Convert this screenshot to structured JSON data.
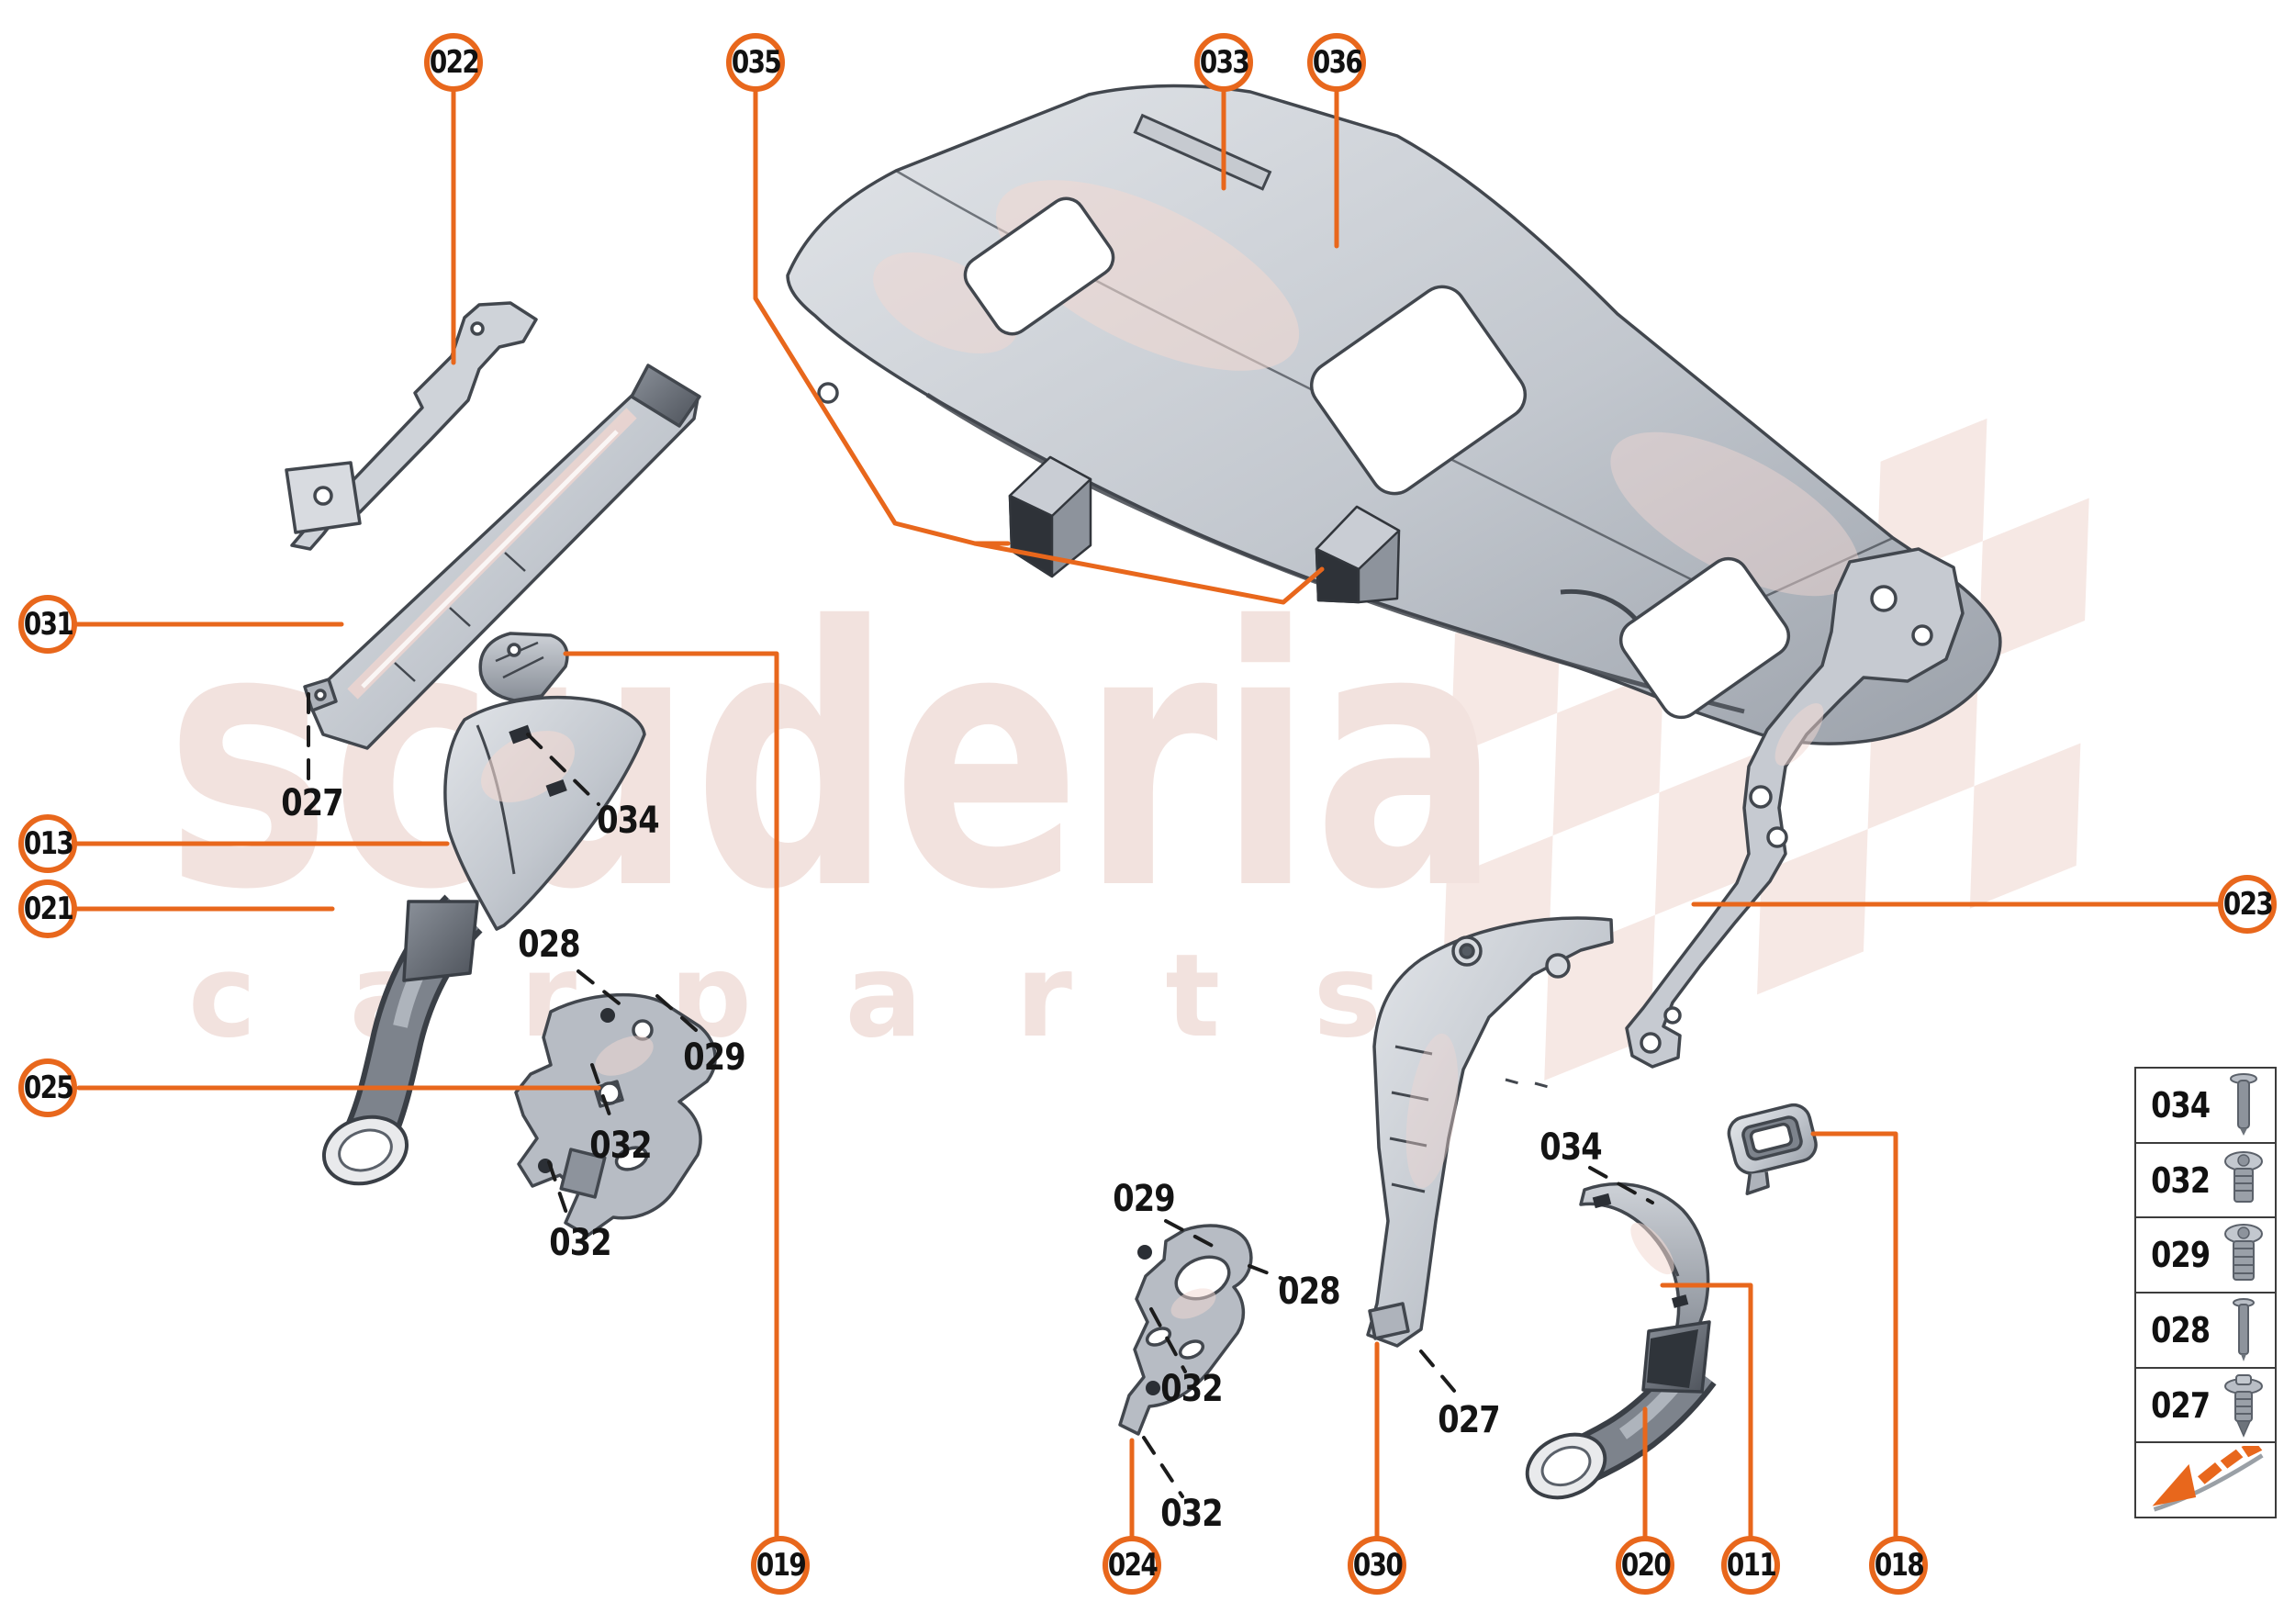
{
  "watermark": {
    "line1": "scuderia",
    "line2": "carparts"
  },
  "callouts": [
    {
      "label": "022"
    },
    {
      "label": "035"
    },
    {
      "label": "033"
    },
    {
      "label": "036"
    },
    {
      "label": "031"
    },
    {
      "label": "013"
    },
    {
      "label": "021"
    },
    {
      "label": "025"
    },
    {
      "label": "023"
    },
    {
      "label": "019"
    },
    {
      "label": "024"
    },
    {
      "label": "030"
    },
    {
      "label": "020"
    },
    {
      "label": "011"
    },
    {
      "label": "018"
    }
  ],
  "fastener_labels": [
    {
      "label": "027"
    },
    {
      "label": "034"
    },
    {
      "label": "028"
    },
    {
      "label": "029"
    },
    {
      "label": "032"
    },
    {
      "label": "032"
    },
    {
      "label": "029"
    },
    {
      "label": "028"
    },
    {
      "label": "032"
    },
    {
      "label": "032"
    },
    {
      "label": "034"
    },
    {
      "label": "027"
    }
  ],
  "legend": {
    "rows": [
      {
        "label": "034",
        "icon": "pin-long-icon"
      },
      {
        "label": "032",
        "icon": "screw-pan-short-icon"
      },
      {
        "label": "029",
        "icon": "screw-pan-icon"
      },
      {
        "label": "028",
        "icon": "pin-thin-icon"
      },
      {
        "label": "027",
        "icon": "screw-pointed-icon"
      }
    ],
    "logo_icon": "scuderia-arrow-logo"
  },
  "colors": {
    "accent": "#E8671C",
    "label_text": "#141414",
    "watermark_text_pink": "#F2E2DE",
    "watermark_flag_pink": "#F6E8E4",
    "part_outline": "#42474E",
    "part_fill": "#C2C7CE"
  }
}
